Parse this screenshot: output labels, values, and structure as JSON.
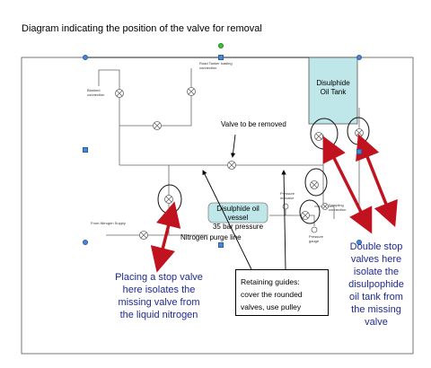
{
  "page": {
    "heading": "Diagram indicating the position of the valve for removal"
  },
  "diagram": {
    "tank_label_line1": "Disulphide",
    "tank_label_line2": "Oil Tank",
    "road_tanker_line1": "Road Tanker loading",
    "road_tanker_line2": "connection",
    "blanked_line1": "Blanked",
    "blanked_line2": "connection",
    "valve_removed": "Valve to be removed",
    "vessel_line1": "Disulphide oil vessel",
    "vessel_line2": "35 bar pressure",
    "pressure_line1": "Pressure",
    "pressure_line2": "indicator",
    "sampling_line1": "Sampling",
    "sampling_line2": "connection",
    "pressure_gauge_line1": "Pressure",
    "pressure_gauge_line2": "gauge",
    "nitrogen_supply": "From Nitrogen Supply",
    "purge_line": "Nitrogen purge line"
  },
  "notes": {
    "left_line1": "Placing a stop valve",
    "left_line2": "here isolates the",
    "left_line3": "missing valve from",
    "left_line4": "the liquid nitrogen",
    "right_line1": "Double stop",
    "right_line2": "valves here",
    "right_line3": "isolate the",
    "right_line4": "disulpophide",
    "right_line5": "oil tank from",
    "right_line6": "the missing",
    "right_line7": "valve",
    "guides_line1": "Retaining guides:",
    "guides_line2": "cover the rounded",
    "guides_line3": "valves, use pulley"
  },
  "colors": {
    "tank_fill": "#bfe6e8",
    "arrow_red": "#c1121f",
    "note_blue": "#1f2a8c",
    "handle_blue": "#4a86d6",
    "handle_green": "#36c23a"
  }
}
